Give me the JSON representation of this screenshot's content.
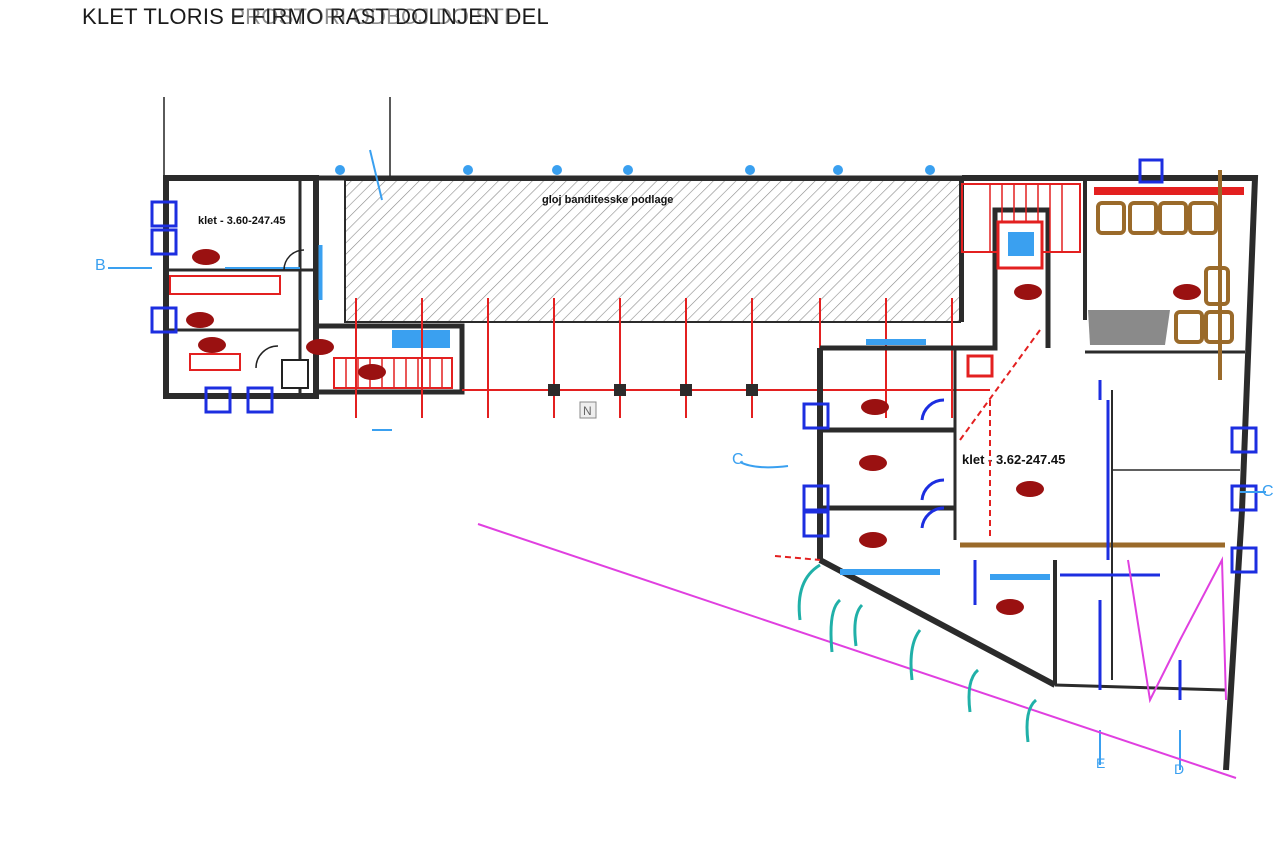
{
  "title": {
    "prefix": "KLET TLORIS ",
    "overlap_a": "E FIRMO RAST DOLNJEN",
    "overlap_b": "PROSTORI ODBOJ DO STE",
    "suffix": " DEL"
  },
  "rooms": {
    "left_room": "klet - 3.60-247.45",
    "right_room": "klet - 3.62-247.45",
    "hatched_area": "gloj banditesske podlage"
  },
  "section_marks": {
    "b": "B",
    "c_left": "C",
    "c_right": "C",
    "d": "D",
    "e": "E"
  },
  "north_marker": "N",
  "colors": {
    "wall": "#2b2b2b",
    "red": "#e32020",
    "dark_red": "#9a1111",
    "blue": "#1c2ee0",
    "light_blue": "#3aa0f0",
    "magenta": "#e040e0",
    "brown": "#9a6a2a",
    "teal": "#20b0a8",
    "hatch": "#8a8a8a"
  }
}
